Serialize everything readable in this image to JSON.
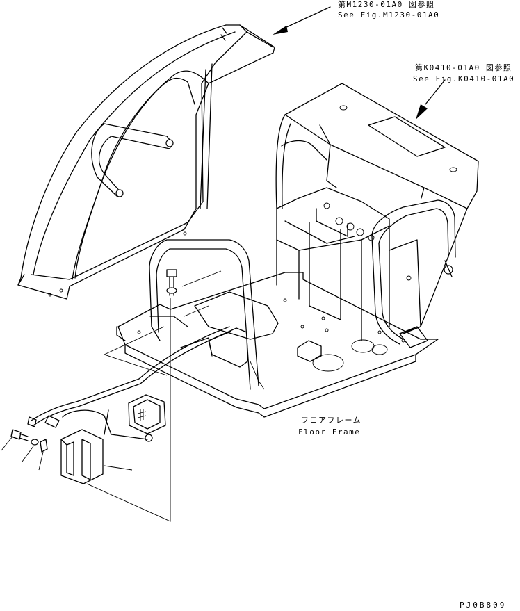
{
  "labels": {
    "ref_cab_jp": "第M1230-01A0 図参照",
    "ref_cab_en": "See Fig.M1230-01A0",
    "ref_seat_jp": "第K0410-01A0 図参照",
    "ref_seat_en": "See Fig.K0410-01A0",
    "floor_jp": "フロアフレーム",
    "floor_en": "Floor Frame",
    "drawing_code": "PJ0B809"
  }
}
